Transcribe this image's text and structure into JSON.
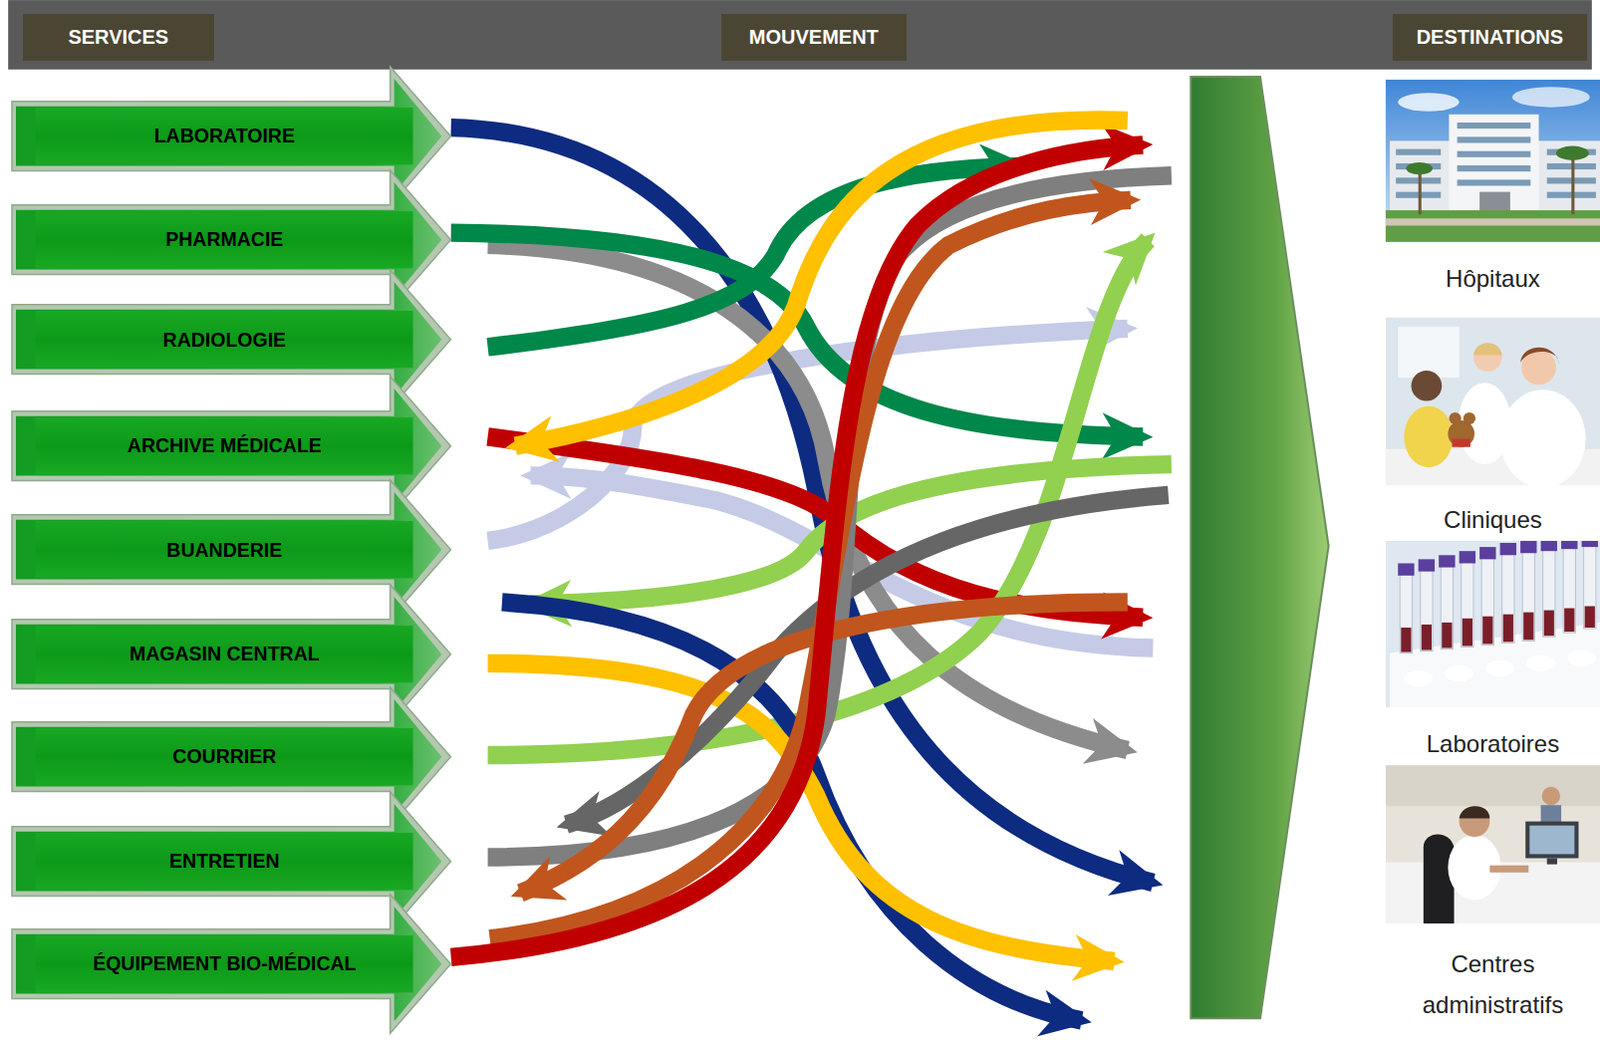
{
  "diagram": {
    "nodes": [
      {
        "text": [
          "SERVICES"
        ]
      },
      {
        "text": [
          "MOUVEMENT"
        ]
      },
      {
        "text": [
          "DESTINATIONS"
        ]
      },
      {
        "text": [
          "LABORATOIRE"
        ]
      },
      {
        "text": [
          "PHARMACIE"
        ]
      },
      {
        "text": [
          "RADIOLOGIE"
        ]
      },
      {
        "text": [
          "ARCHIVE MÉDICALE"
        ]
      },
      {
        "text": [
          "BUANDERIE"
        ]
      },
      {
        "text": [
          "MAGASIN CENTRAL"
        ]
      },
      {
        "text": [
          "COURRIER"
        ]
      },
      {
        "text": [
          "ENTRETIEN"
        ]
      },
      {
        "text": [
          "ÉQUIPEMENT BIO-MÉDICAL"
        ]
      },
      {
        "text": [
          "Hôpitaux"
        ]
      },
      {
        "text": [
          "Cliniques"
        ]
      },
      {
        "text": [
          "Laboratoires"
        ]
      },
      {
        "text": [
          "Centres administratifs"
        ]
      }
    ]
  }
}
